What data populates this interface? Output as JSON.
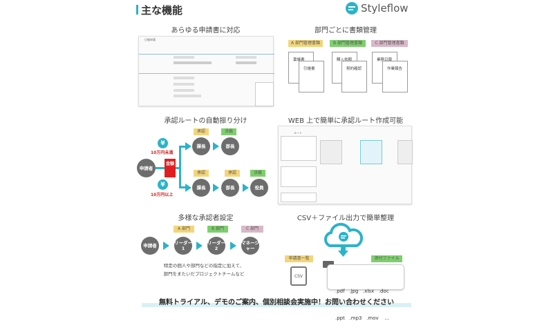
{
  "header": {
    "title": "主な機能",
    "logo": "Styleflow"
  },
  "sec1": {
    "title": "あらゆる申請書に対応",
    "mock_title": "日報申請"
  },
  "sec2": {
    "title": "部門ごとに書類管理",
    "tags": [
      "A 部門管理書類",
      "B 部門管理書類",
      "C 部門管理書類"
    ],
    "docs": [
      [
        "稟議書",
        "引継書"
      ],
      [
        "購入依頼",
        "契約確認"
      ],
      [
        "業務日報",
        "作業報告"
      ]
    ]
  },
  "sec3": {
    "title": "承認ルートの自動振り分け",
    "applicant": "申請者",
    "amount": "金額",
    "under": "10万円未満",
    "over": "10万円以上",
    "yen": "¥",
    "approve": "承認",
    "final": "決裁",
    "kacho": "課長",
    "bucho": "部長",
    "yakuin": "役員"
  },
  "sec4": {
    "title": "WEB 上で簡単に承認ルート作成可能",
    "mock_title": "ルート"
  },
  "sec5": {
    "title": "多様な承認者設定",
    "tags": [
      "A 部門",
      "B 部門",
      "C 部門"
    ],
    "nodes": [
      "申請者",
      "リーダー1",
      "リーダー2",
      "マネージャー"
    ],
    "note1": "特定の個人や部門などの指定に加えて、",
    "note2": "部門をまたいだプロジェクトチームなど"
  },
  "sec6": {
    "title": "CSV＋ファイル出力で簡単整理",
    "list_tag": "申請書一覧",
    "attach_tag": "添付ファイル",
    "csv": "CSV",
    "ext1": ".pdf   .jpg   .xlsx   .doc",
    "ext2": ".ppt   .mp3   .mov    ..."
  },
  "footer": {
    "cta": "無料トライアル、デモのご案内、個別相談会実施中！お問い合わせください"
  },
  "colors": {
    "teal": "#2ab3c9",
    "yellow": "#f3d67a",
    "green": "#7fcf6e",
    "pink": "#d9b8c8",
    "red": "#e02020"
  }
}
